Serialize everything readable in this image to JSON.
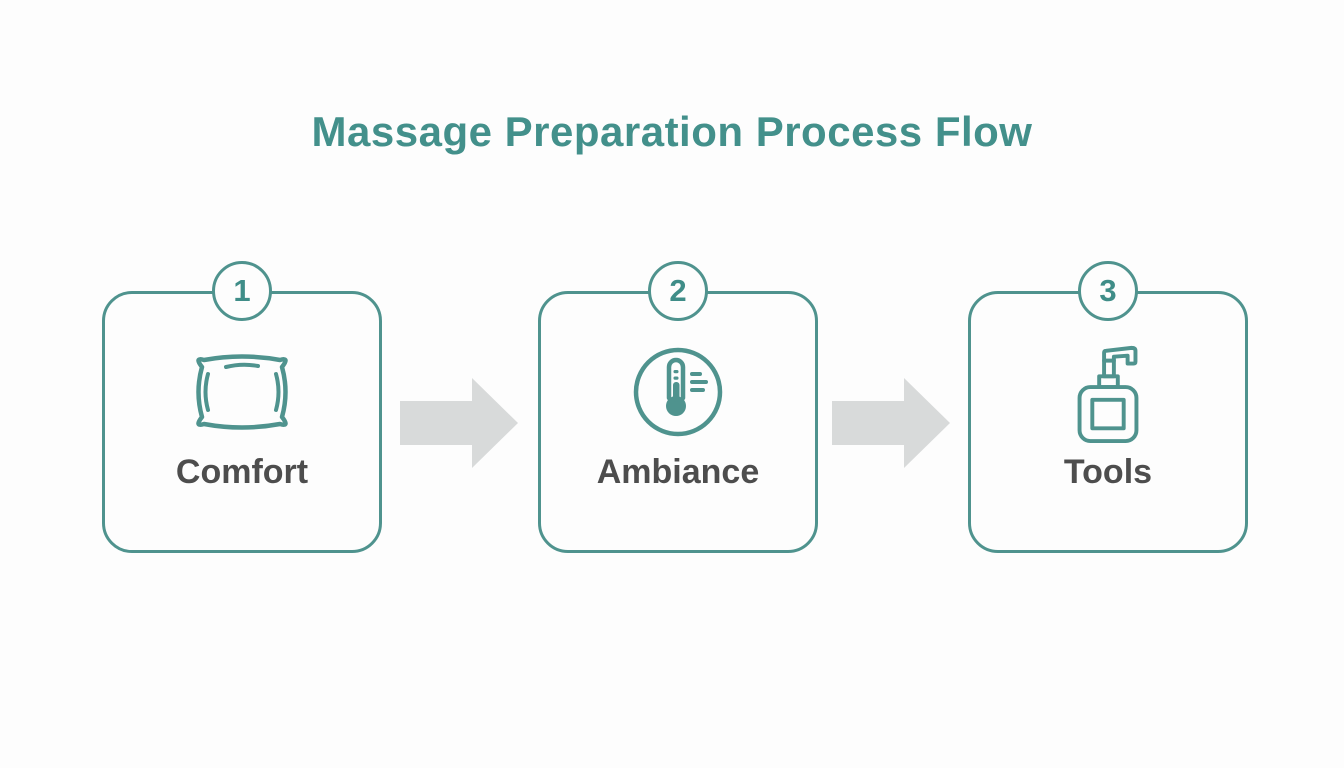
{
  "title": "Massage Preparation Process Flow",
  "steps": [
    {
      "number": "1",
      "label": "Comfort",
      "icon": "pillow-icon"
    },
    {
      "number": "2",
      "label": "Ambiance",
      "icon": "thermometer-icon"
    },
    {
      "number": "3",
      "label": "Tools",
      "icon": "lotion-pump-bottle-icon"
    }
  ],
  "arrows": [
    {
      "icon": "arrow-right-icon"
    },
    {
      "icon": "arrow-right-icon"
    }
  ],
  "colors": {
    "accent_teal": "#4f938e",
    "title_teal": "#43908b",
    "number_teal": "#3f8d88",
    "label_gray": "#4d4d4d",
    "arrow_gray": "#d8dada",
    "background": "#fdfdfd"
  }
}
